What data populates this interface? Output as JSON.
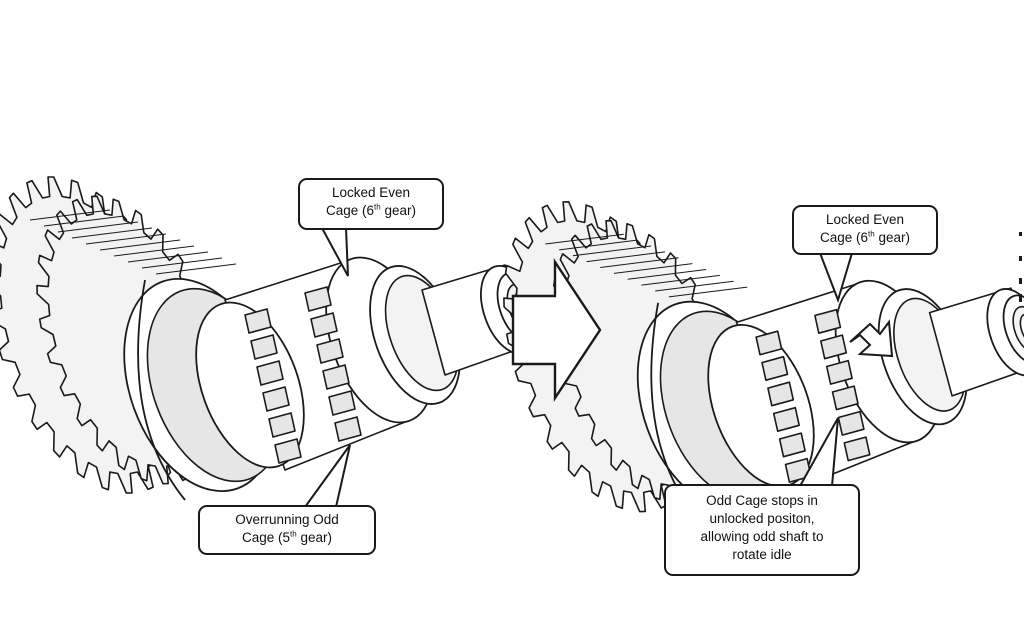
{
  "colors": {
    "background": "#ffffff",
    "line": "#1a1a1a",
    "shade": "#e6e6e6",
    "shade_light": "#f3f3f3"
  },
  "left_panel": {
    "callout_top": {
      "line1": "Locked Even",
      "line2_pre": "Cage (6",
      "line2_sup": "th",
      "line2_post": " gear)"
    },
    "callout_bottom": {
      "line1": "Overrunning Odd",
      "line2_pre": "Cage (5",
      "line2_sup": "th",
      "line2_post": " gear)"
    }
  },
  "right_panel": {
    "callout_top": {
      "line1": "Locked Even",
      "line2_pre": "Cage (6",
      "line2_sup": "th",
      "line2_post": " gear)"
    },
    "callout_bottom": {
      "line1": "Odd Cage stops in",
      "line2": "unlocked positon,",
      "line3": "allowing odd shaft to",
      "line4": "rotate idle"
    }
  },
  "icons": {
    "transition_arrow": "right-arrow-icon",
    "rotation_arrow": "rotation-direction-icon"
  }
}
